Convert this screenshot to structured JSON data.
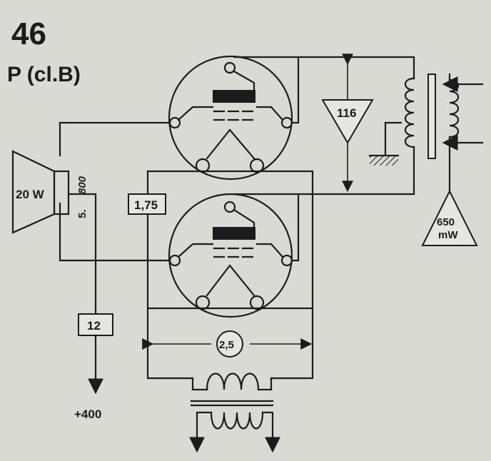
{
  "header": {
    "number": "46",
    "subtitle": "P (cl.B)"
  },
  "speaker": {
    "power": "20 W",
    "impedance_a": "800",
    "impedance_b": "5."
  },
  "components": {
    "r_grid": "1,75",
    "r_series": "12",
    "supply": "+400",
    "heater": "2,5",
    "gain": "116",
    "input_power_value": "650",
    "input_power_unit": "mW"
  },
  "colors": {
    "ink": "#1b1c1d",
    "paper": "#d9dad4"
  }
}
